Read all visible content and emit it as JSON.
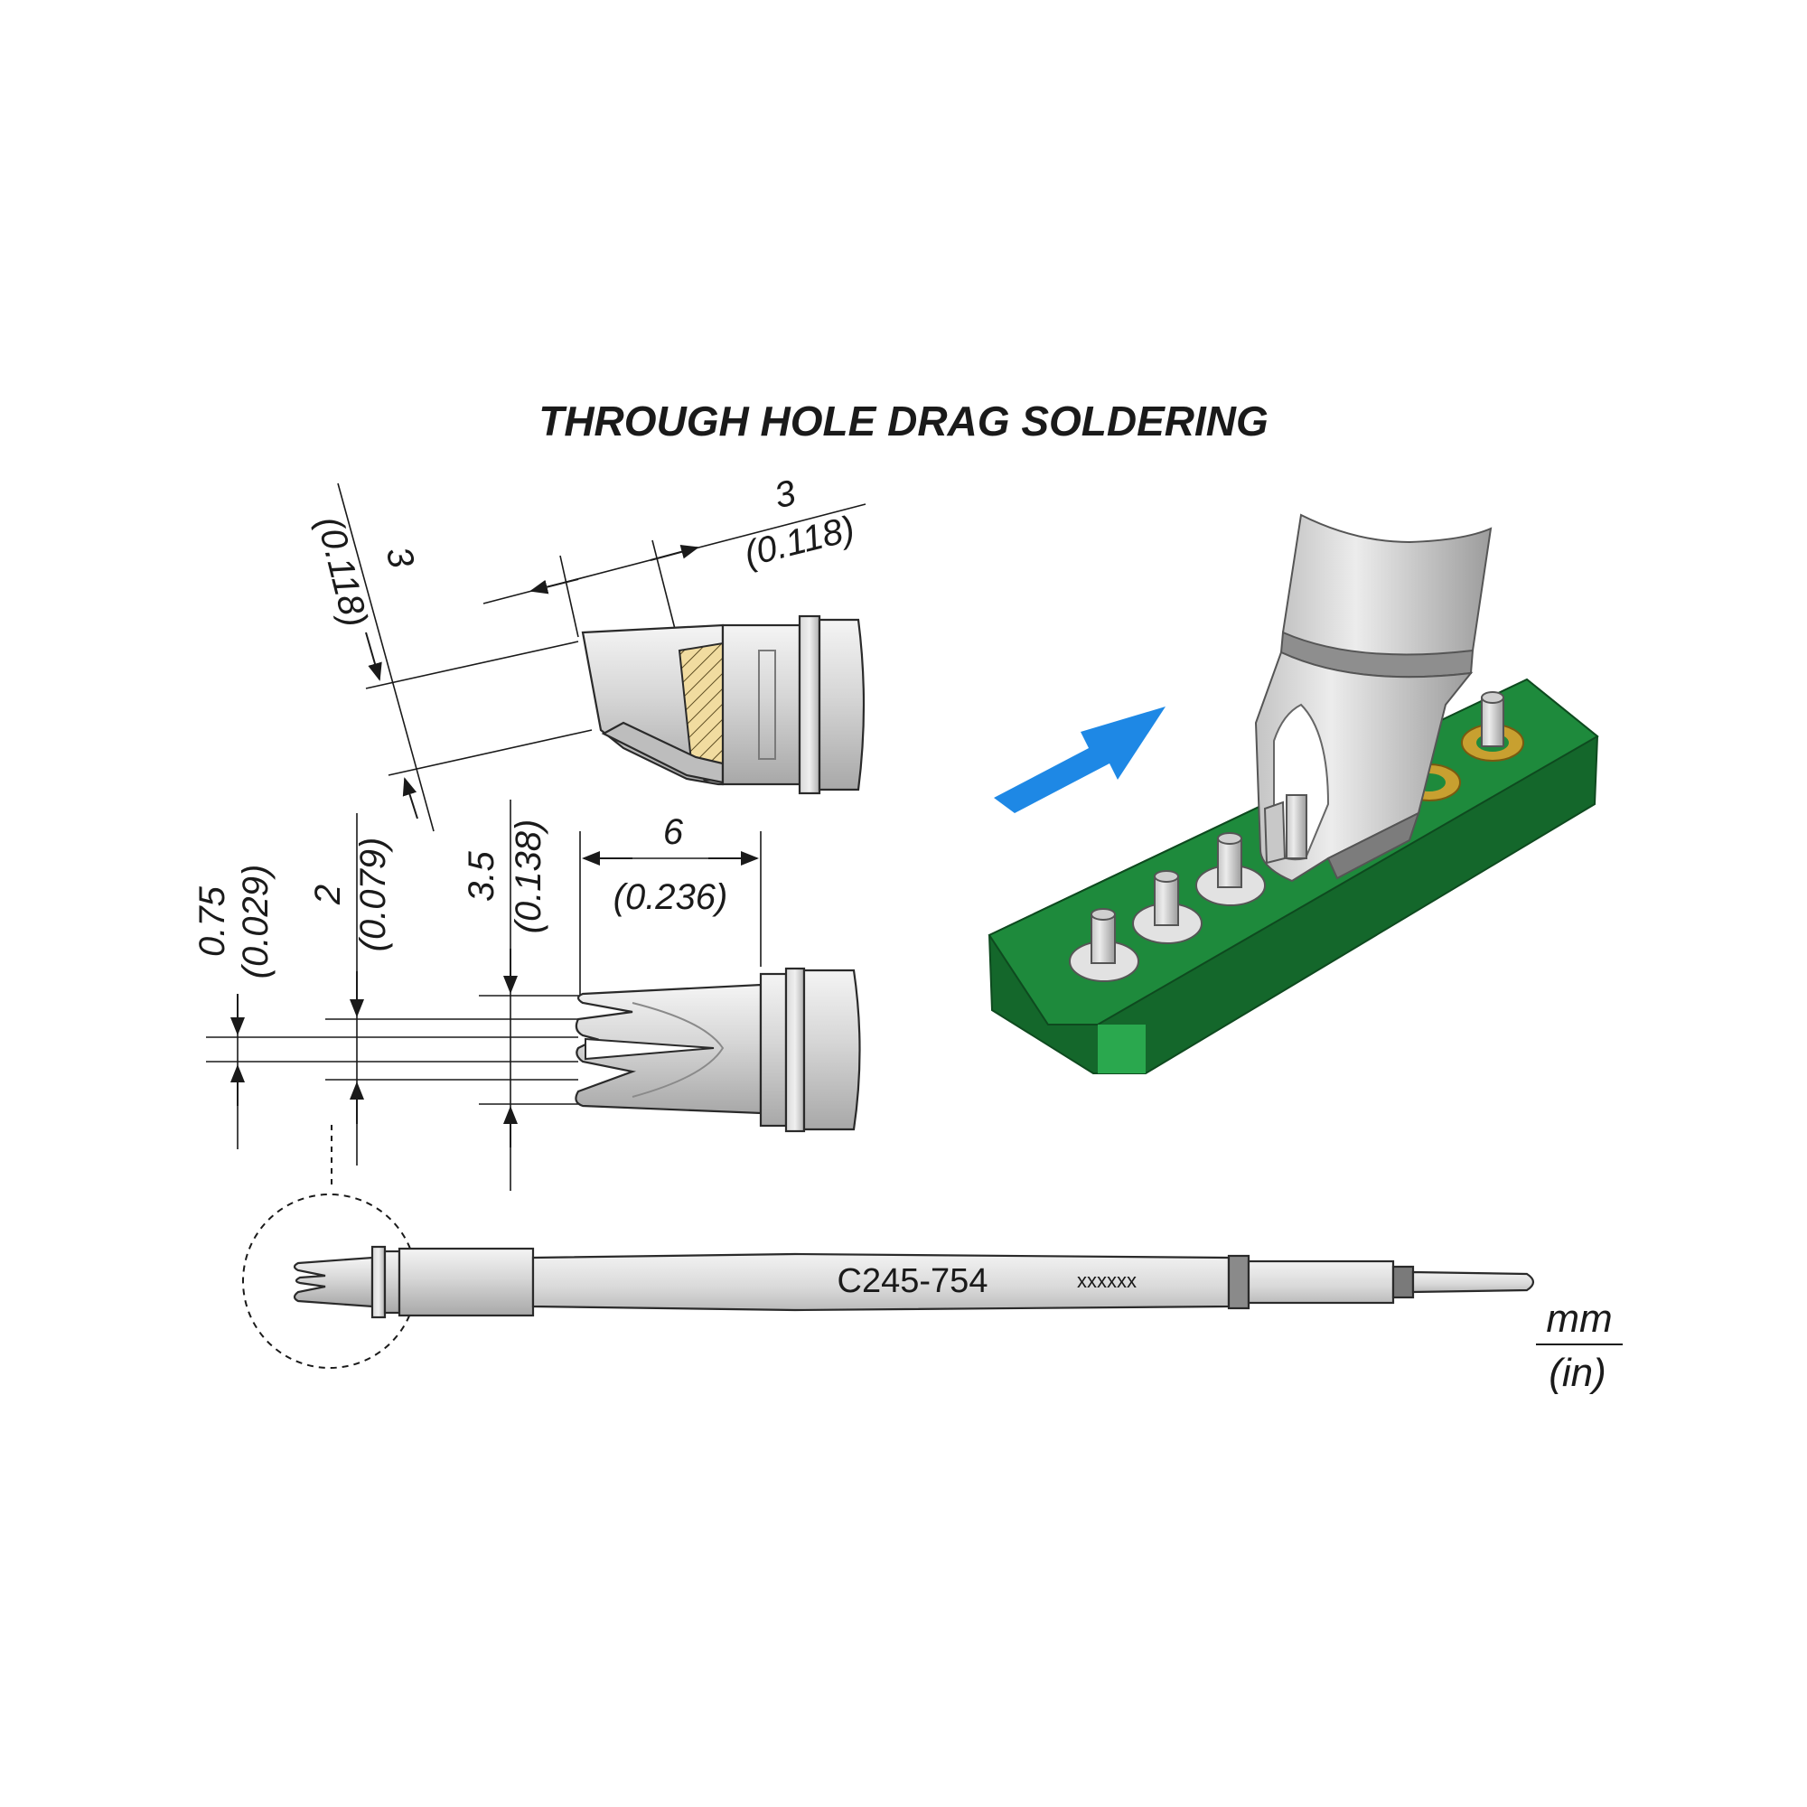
{
  "title": "THROUGH HOLE DRAG SOLDERING",
  "part_number": "C245-754",
  "serial_placeholder": "xxxxxx",
  "units": {
    "primary": "mm",
    "secondary": "(in)"
  },
  "dimensions": {
    "side_top_width": {
      "mm": "3",
      "in": "(0.118)"
    },
    "side_thickness": {
      "mm": "3",
      "in": "(0.118)"
    },
    "slot_width": {
      "mm": "0.75",
      "in": "(0.029)"
    },
    "prong_gap": {
      "mm": "2",
      "in": "(0.079)"
    },
    "tip_width": {
      "mm": "3.5",
      "in": "(0.138)"
    },
    "tip_length": {
      "mm": "6",
      "in": "(0.236)"
    }
  },
  "colors": {
    "metal_light": "#e6e6e6",
    "metal_mid": "#c8c8c8",
    "metal_dark": "#8e8e8e",
    "pcb_green": "#1e8a3c",
    "pcb_green_dark": "#14672b",
    "pad_gold": "#c8a030",
    "arrow_blue": "#1e88e5",
    "tin_yellow": "#f1dca0"
  },
  "icons": {
    "direction": "drag-direction-arrow-icon"
  }
}
